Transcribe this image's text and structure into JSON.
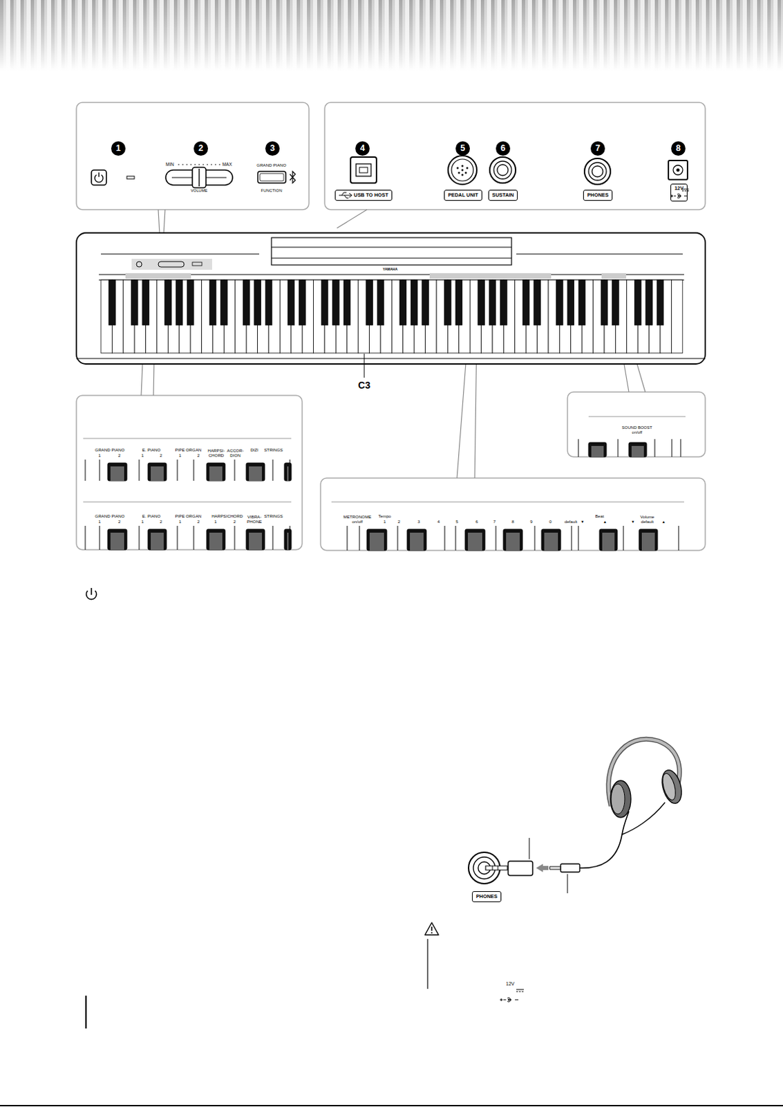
{
  "diagram": {
    "nodes": [
      {
        "text": [
          "1"
        ]
      },
      {
        "text": [
          "2"
        ]
      },
      {
        "text": [
          "3"
        ]
      },
      {
        "text": [
          "4"
        ]
      },
      {
        "text": [
          "5"
        ]
      },
      {
        "text": [
          "6"
        ]
      },
      {
        "text": [
          "7"
        ]
      },
      {
        "text": [
          "8"
        ]
      },
      {
        "text": [
          "USB TO HOST"
        ]
      },
      {
        "text": [
          "PEDAL UNIT"
        ]
      },
      {
        "text": [
          "SUSTAIN"
        ]
      },
      {
        "text": [
          "PHONES"
        ]
      },
      {
        "text": [
          "12V"
        ]
      },
      {
        "text": [
          "PHONES"
        ]
      }
    ],
    "labels": [
      "MIN",
      "MAX",
      "VOLUME",
      "GRAND PIANO",
      "FUNCTION",
      "C3",
      "GRAND PIANO",
      "1",
      "2",
      "E. PIANO",
      "1",
      "2",
      "PIPE ORGAN",
      "1",
      "2",
      "HARPSI- CHORD",
      "ACCOR- DION",
      "DIZI",
      "STRINGS",
      "GRAND PIANO",
      "1",
      "2",
      "E. PIANO",
      "1",
      "2",
      "PIPE ORGAN",
      "1",
      "2",
      "HARPSICHORD",
      "1",
      "2",
      "VIBRA- PHONE",
      "STRINGS",
      "METRONOME on/off",
      "Tempo",
      "1",
      "2",
      "3",
      "4",
      "5",
      "6",
      "7",
      "8",
      "9",
      "0",
      "default",
      "Beat",
      "▼",
      "▲",
      "Volume default",
      "▼",
      "▲",
      "SOUND BOOST on/off",
      "12V",
      "YAMAHA"
    ]
  }
}
